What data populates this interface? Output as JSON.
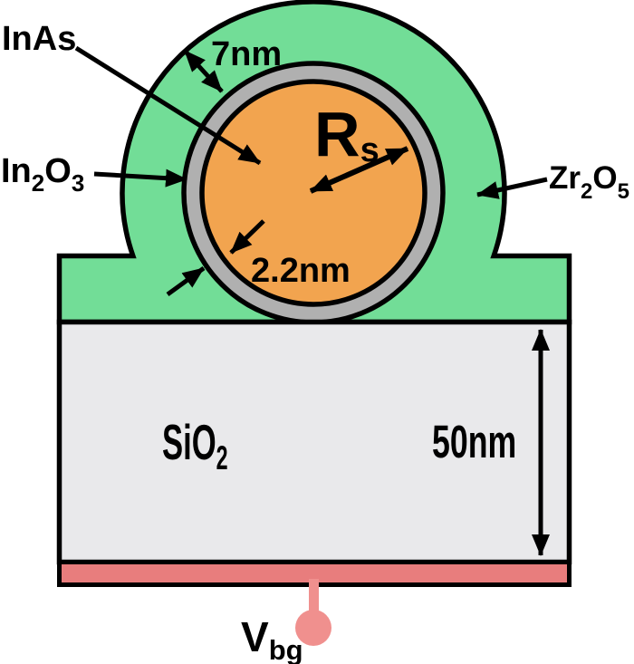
{
  "colors": {
    "shell_green": "#72dd97",
    "oxide_gray": "#b0b0b0",
    "core_orange": "#f2a44f",
    "substrate_gray": "#e9e9eb",
    "gate_red": "#e87d7d",
    "terminal_pink": "#f0908e",
    "outline_black": "#000000"
  },
  "labels": {
    "inas": "InAs",
    "shell_thickness": "7nm",
    "in2o3": {
      "in": "In",
      "sub2": "2",
      "o": "O",
      "sub3": "3"
    },
    "radius": {
      "base": "R",
      "sub": "s"
    },
    "zr2o5": {
      "zr": "Zr",
      "sub2": "2",
      "o": "O",
      "sub5": "5"
    },
    "oxide_thickness": "2.2nm",
    "sio2": {
      "base": "SiO",
      "sub": "2"
    },
    "substrate_thickness": "50nm",
    "backgate": {
      "base": "V",
      "sub": "bg"
    }
  }
}
